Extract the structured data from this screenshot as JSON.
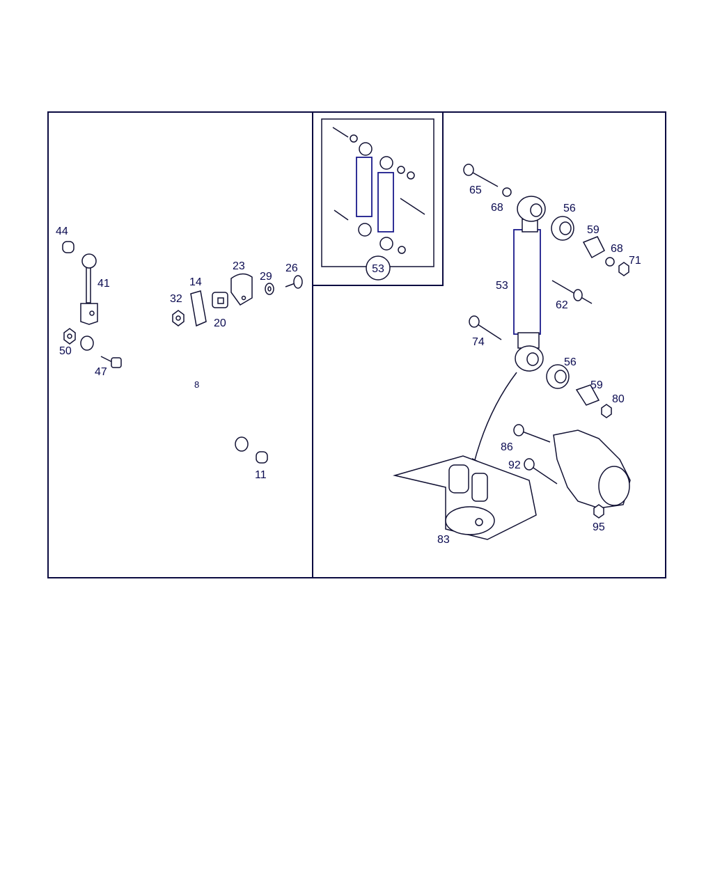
{
  "diagram": {
    "type": "exploded parts diagram",
    "inset_callout": "53",
    "left_panel_callouts": {
      "p44": "44",
      "p41": "41",
      "p50": "50",
      "p47": "47",
      "p8": "8",
      "p32": "32",
      "p14": "14",
      "p20": "20",
      "p23": "23",
      "p29": "29",
      "p26": "26",
      "p11": "11"
    },
    "right_panel_callouts": {
      "p65": "65",
      "p68a": "68",
      "p56a": "56",
      "p59a": "59",
      "p68b": "68",
      "p71": "71",
      "p53": "53",
      "p62": "62",
      "p74": "74",
      "p56b": "56",
      "p59b": "59",
      "p80": "80",
      "p86": "86",
      "p92": "92",
      "p95": "95",
      "p83": "83"
    },
    "colors": {
      "line": "#111133",
      "label": "#0a0a50",
      "shock_outline": "#1a1a8a"
    }
  }
}
